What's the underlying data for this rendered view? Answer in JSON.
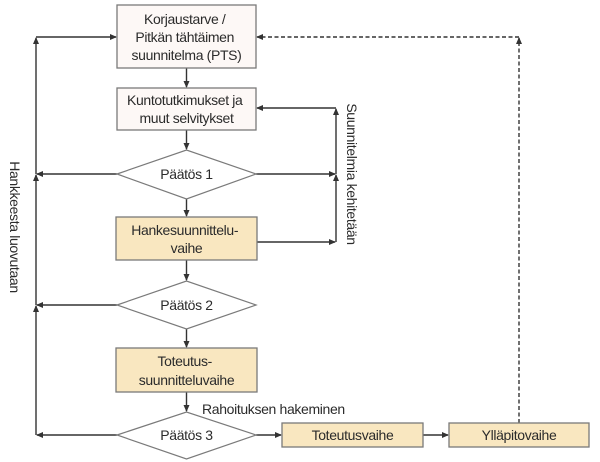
{
  "diagram": {
    "nodes": {
      "box_pts": {
        "lines": [
          "Korjaustarve /",
          "Pitkän tähtäimen",
          "suunnitelma (PTS)"
        ]
      },
      "box_surveys": {
        "lines": [
          "Kuntotutkimukset ja",
          "muut selvitykset"
        ]
      },
      "decision1": {
        "label": "Päätös 1"
      },
      "box_project_planning": {
        "lines": [
          "Hankesuunnittelu-",
          "vaihe"
        ]
      },
      "decision2": {
        "label": "Päätös 2"
      },
      "box_implementation_planning": {
        "lines": [
          "Toteutus-",
          "suunnitteluvaihe"
        ]
      },
      "decision3": {
        "label": "Päätös 3"
      },
      "box_implementation": {
        "label": "Toteutusvaihe"
      },
      "box_maintenance": {
        "label": "Ylläpitovaihe"
      }
    },
    "edge_labels": {
      "abandon": "Hankkeesta luovutaan",
      "refine": "Suunnitelmia kehitetään",
      "funding": "Rahoituksen hakeminen"
    }
  },
  "colors": {
    "phase_fill": "#f9e7c0",
    "box_fill": "#fdf8f6",
    "diamond_fill": "#ffffff",
    "border": "#7a7a7a",
    "line": "#333333",
    "text": "#2b2b2b"
  }
}
